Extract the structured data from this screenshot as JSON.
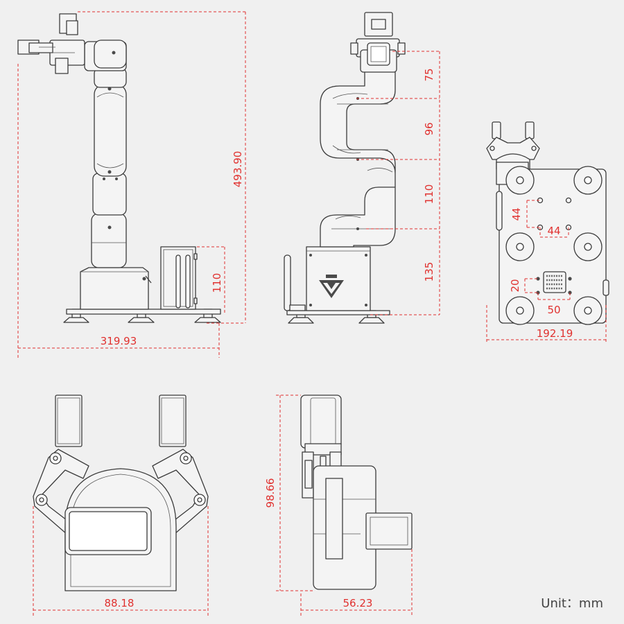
{
  "dimensions": {
    "arm_total_height": "493.90",
    "arm_base_width": "319.93",
    "controller_height": "110",
    "segment_1": "75",
    "segment_2": "96",
    "segment_3": "110",
    "segment_4": "135",
    "mount_hole_v": "44",
    "mount_hole_h": "44",
    "vent_height": "20",
    "vent_width": "50",
    "base_plate_width": "192.19",
    "gripper_height": "98.66",
    "gripper_front_width": "88.18",
    "gripper_side_width": "56.23"
  },
  "unit_label": "Unit：mm"
}
